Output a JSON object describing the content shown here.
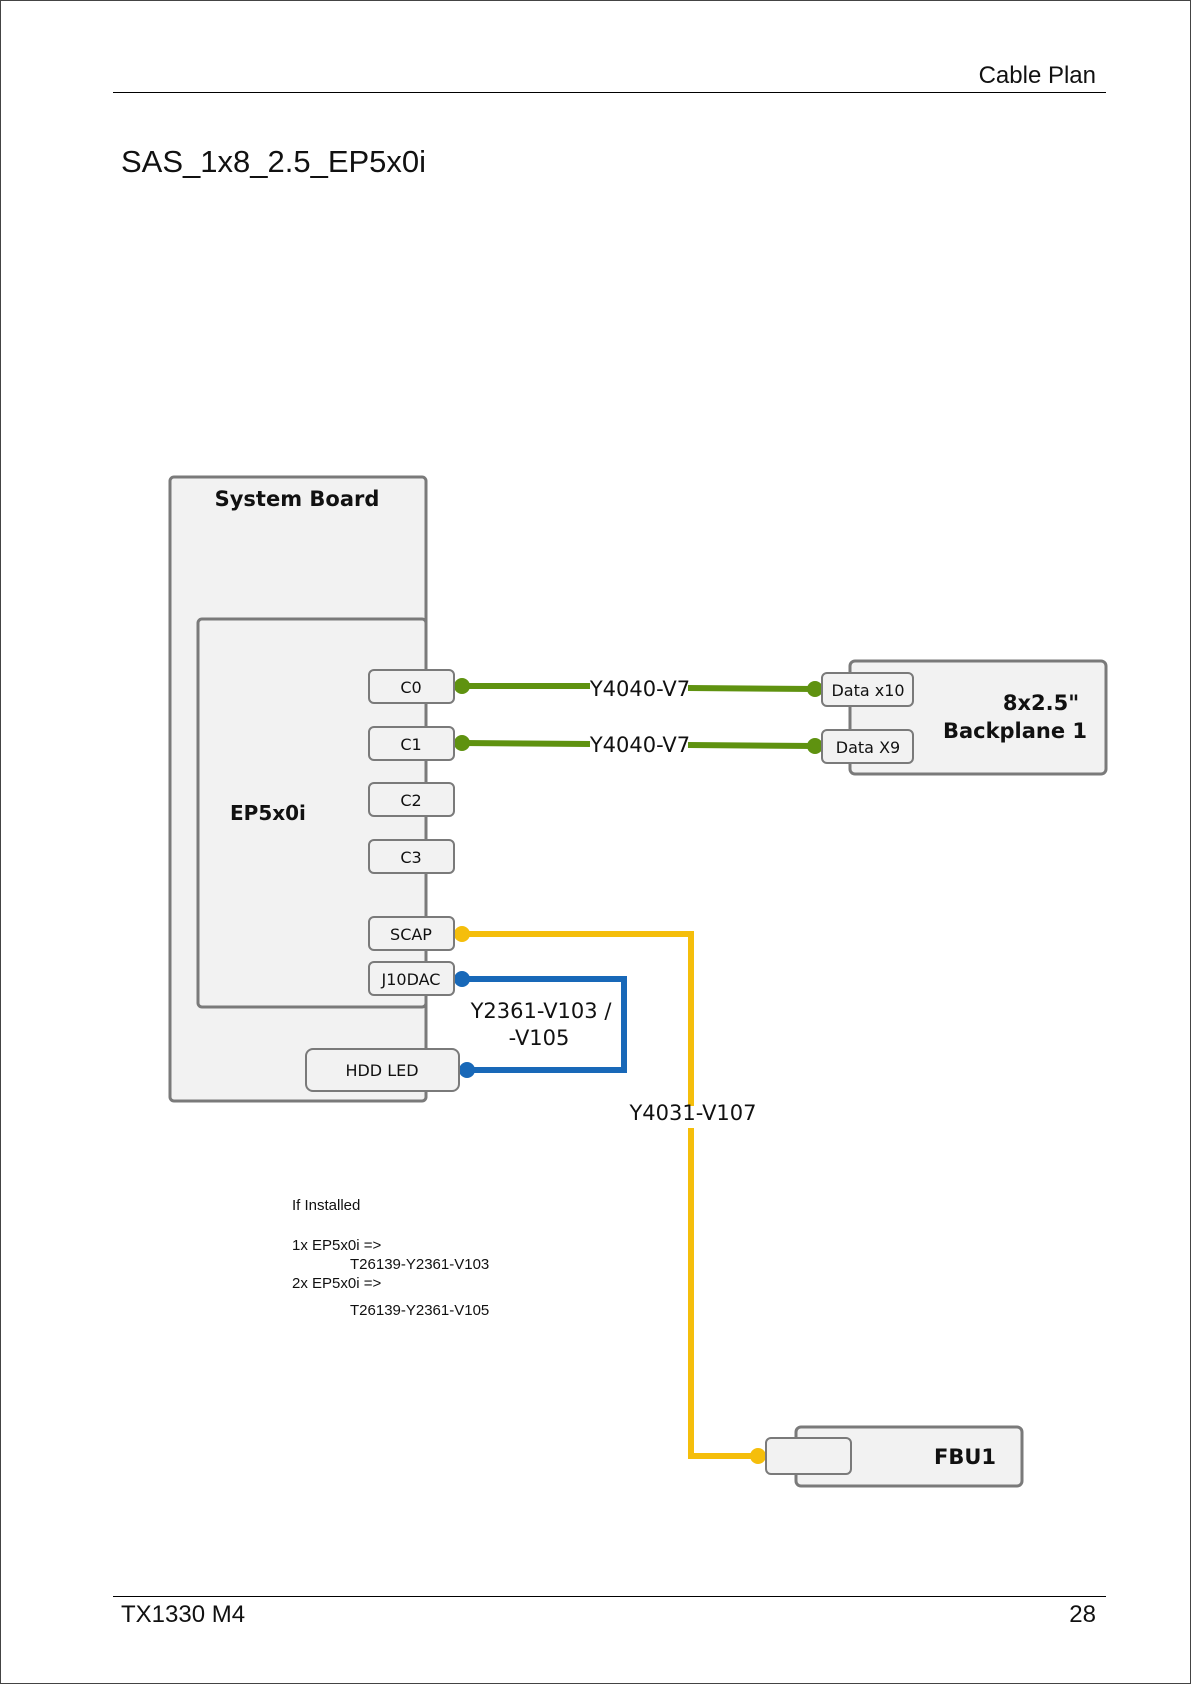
{
  "header": {
    "section": "Cable Plan"
  },
  "title": "SAS_1x8_2.5_EP5x0i",
  "diagram": {
    "system_board": "System Board",
    "controller": "EP5x0i",
    "ports": {
      "c0": "C0",
      "c1": "C1",
      "c2": "C2",
      "c3": "C3",
      "scap": "SCAP",
      "j10dac": "J10DAC",
      "hdd_led": "HDD LED"
    },
    "backplane": {
      "line1": "8x2.5\"",
      "line2": "Backplane 1",
      "data_x10": "Data x10",
      "data_x9": "Data X9"
    },
    "fbu": "FBU1",
    "cables": {
      "c0": "Y4040-V7",
      "c1": "Y4040-V7",
      "led_line1": "Y2361-V103 /",
      "led_line2": "-V105",
      "scap": "Y4031-V107"
    },
    "colors": {
      "data_cable": "#5f9210",
      "scap_cable": "#f5be0b",
      "led_cable": "#1868b8",
      "box_fill": "#f2f2f2",
      "box_stroke": "#7a7a7a"
    }
  },
  "notes": {
    "if_installed": "If Installed",
    "line1": "1x EP5x0i  =>",
    "line2": "T26139-Y2361-V103",
    "line3": "2x EP5x0i =>",
    "line4": "T26139-Y2361-V105"
  },
  "footer": {
    "model": "TX1330 M4",
    "page": "28"
  }
}
